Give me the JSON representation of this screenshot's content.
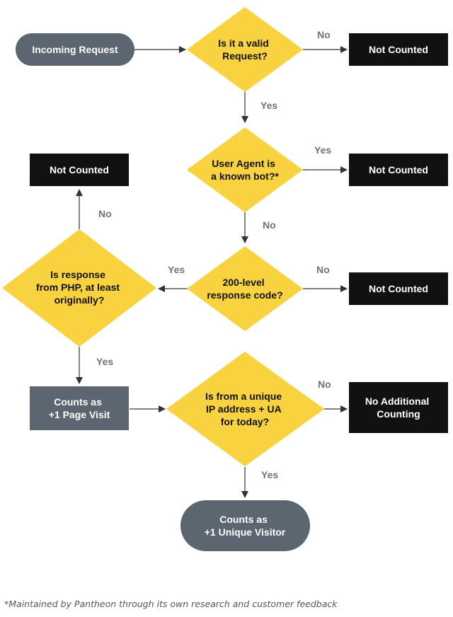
{
  "colors": {
    "diamond": "#f8d23f",
    "dark_box": "#111111",
    "gray_box": "#5b6670",
    "arrow": "#333333",
    "label": "#6b7280"
  },
  "nodes": {
    "incoming_request": "Incoming Request",
    "valid_request": [
      "Is it a valid",
      "Request?"
    ],
    "not_counted_1": "Not Counted",
    "user_agent_bot": [
      "User Agent is",
      "a known bot?*"
    ],
    "not_counted_2": "Not Counted",
    "not_counted_left": "Not Counted",
    "response_from_php": [
      "Is response",
      "from PHP, at least",
      "originally?"
    ],
    "response_200": [
      "200-level",
      "response code?"
    ],
    "not_counted_3": "Not Counted",
    "page_visit": [
      "Counts as",
      "+1 Page Visit"
    ],
    "unique_ip": [
      "Is from a unique",
      "IP address + UA",
      "for today?"
    ],
    "no_additional": [
      "No Additional",
      "Counting"
    ],
    "unique_visitor": [
      "Counts as",
      "+1 Unique Visitor"
    ]
  },
  "edge_labels": {
    "valid_no": "No",
    "valid_yes": "Yes",
    "bot_yes": "Yes",
    "bot_no": "No",
    "php_no": "No",
    "resp_yes": "Yes",
    "resp_no": "No",
    "php_yes": "Yes",
    "unique_no": "No",
    "unique_yes": "Yes"
  },
  "footnote": "*Maintained by Pantheon through its own research and customer feedback"
}
